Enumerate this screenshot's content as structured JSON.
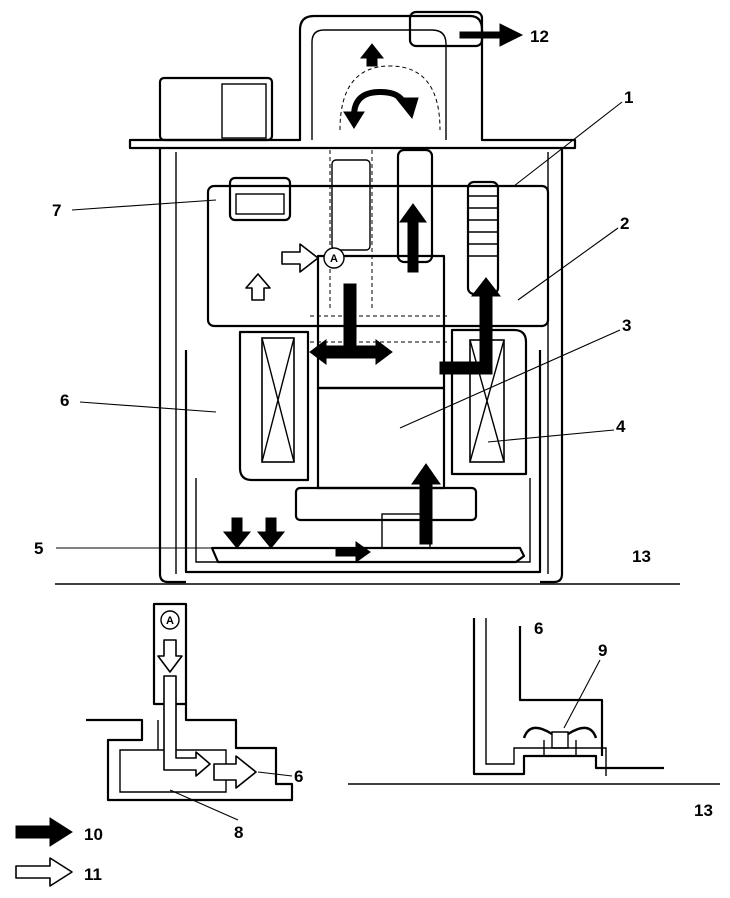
{
  "diagram": {
    "callouts": {
      "c1": "1",
      "c2": "2",
      "c3": "3",
      "c4": "4",
      "c5": "5",
      "c6": "6",
      "c7": "7",
      "c12": "12",
      "c13_main": "13",
      "c6_detail_left": "6",
      "c8": "8",
      "c6_detail_right": "6",
      "c9": "9",
      "c13_detail_right": "13"
    },
    "circle_label_main": "A",
    "circle_label_detail": "A",
    "legend": {
      "solid_arrow_label": "10",
      "hollow_arrow_label": "11"
    },
    "colors": {
      "ink": "#000000",
      "paper": "#ffffff"
    }
  }
}
